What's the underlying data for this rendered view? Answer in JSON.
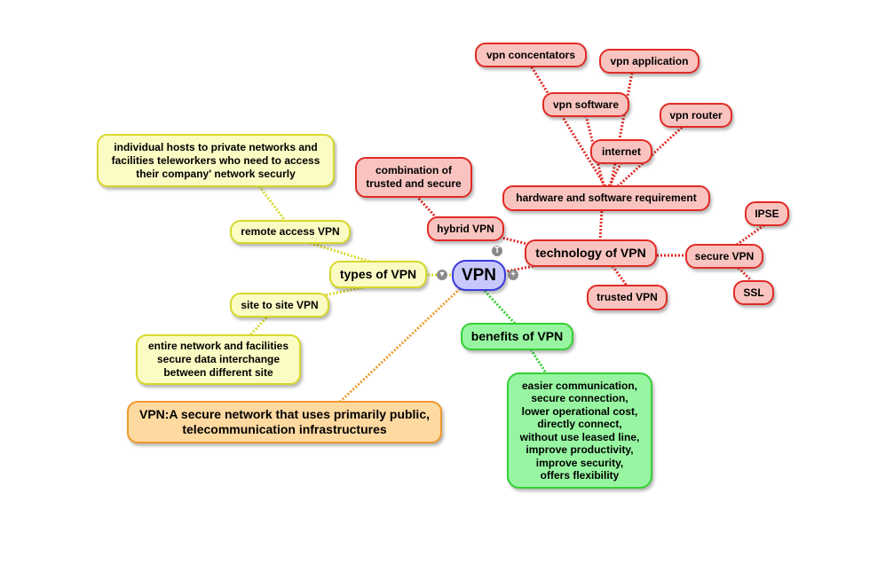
{
  "colors": {
    "red_fill": "#f9c4c0",
    "red_border": "#e22a25",
    "yellow_fill": "#fbfbc4",
    "yellow_border": "#d6d82a",
    "green_fill": "#97f5a1",
    "green_border": "#35cf35",
    "orange_fill": "#fed9a0",
    "orange_border": "#ee9a2c",
    "blue_fill": "#c8c8fa",
    "blue_border": "#3b3bdb"
  },
  "center": {
    "label": "VPN"
  },
  "controls": {
    "top": "T",
    "left": "▾",
    "right": "+"
  },
  "types": {
    "label": "types of VPN",
    "remote": {
      "label": "remote access VPN",
      "detail": "individual hosts to private networks and facilities teleworkers who need to access their company' network securly"
    },
    "site": {
      "label": "site to site VPN",
      "detail": "entire network and facilities secure data interchange between different site"
    }
  },
  "definition": {
    "label": "VPN:A secure network that uses primarily public, telecommunication infrastructures"
  },
  "technology": {
    "label": "technology of VPN",
    "hybrid": {
      "label": "hybrid VPN",
      "detail": "combination of trusted and secure"
    },
    "hardware": {
      "label": "hardware and software requirement",
      "items": [
        "vpn concentators",
        "vpn application",
        "vpn software",
        "vpn router",
        "internet"
      ]
    },
    "secure": {
      "label": "secure VPN",
      "items": [
        "IPSE",
        "SSL"
      ]
    },
    "trusted": {
      "label": "trusted VPN"
    }
  },
  "benefits": {
    "label": "benefits of VPN",
    "list": [
      "easier communication,",
      "secure connection,",
      "lower operational cost,",
      "directly connect,",
      "without use leased line,",
      "improve productivity,",
      "improve security,",
      "offers flexibility"
    ]
  }
}
